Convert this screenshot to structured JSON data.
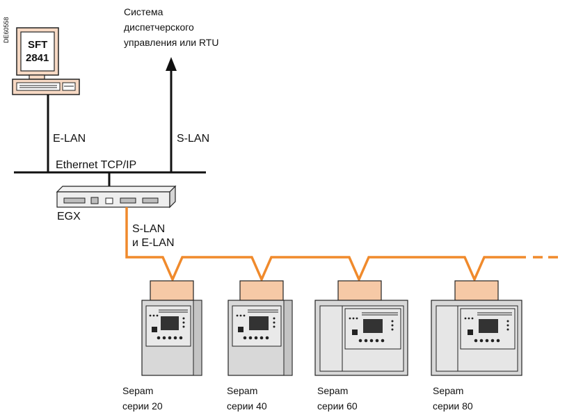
{
  "doc_id": "DE60558",
  "pc": {
    "line1": "SFT",
    "line2": "2841"
  },
  "top_target": {
    "line1": "Система",
    "line2": "диспетчерского",
    "line3": "управления или RTU"
  },
  "links": {
    "elan": "E-LAN",
    "slan": "S-LAN"
  },
  "bus": {
    "label": "Ethernet TCP/IP"
  },
  "gateway": {
    "label": "EGX"
  },
  "field_bus": {
    "line1": "S-LAN",
    "line2": "и E-LAN",
    "color": "#f08a2c"
  },
  "devices": [
    {
      "name": "Sepam",
      "series": "серии 20"
    },
    {
      "name": "Sepam",
      "series": "серии 40"
    },
    {
      "name": "Sepam",
      "series": "серии 60"
    },
    {
      "name": "Sepam",
      "series": "серии 80"
    }
  ],
  "colors": {
    "connector": "#f6c9a6",
    "device_body": "#d8d8d8",
    "device_panel": "#e9e9e9",
    "pc_body": "#f7d9c4"
  }
}
